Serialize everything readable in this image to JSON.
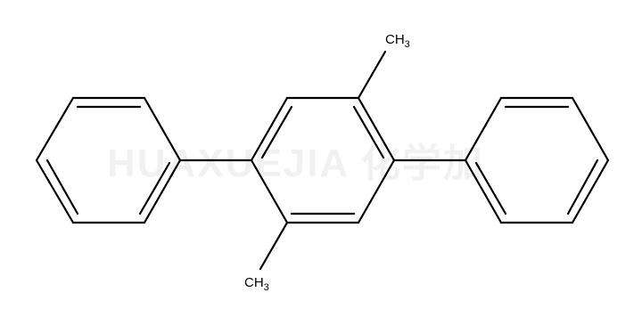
{
  "molecule": {
    "substituents": [
      {
        "label_main": "CH",
        "label_sub": "3"
      },
      {
        "label_main": "CH",
        "label_sub": "3"
      }
    ]
  },
  "watermark": {
    "text": "HUAXUEJIA 化学加"
  },
  "colors": {
    "bond": "#000000",
    "background": "#ffffff",
    "watermark": "#f1f1f1"
  }
}
